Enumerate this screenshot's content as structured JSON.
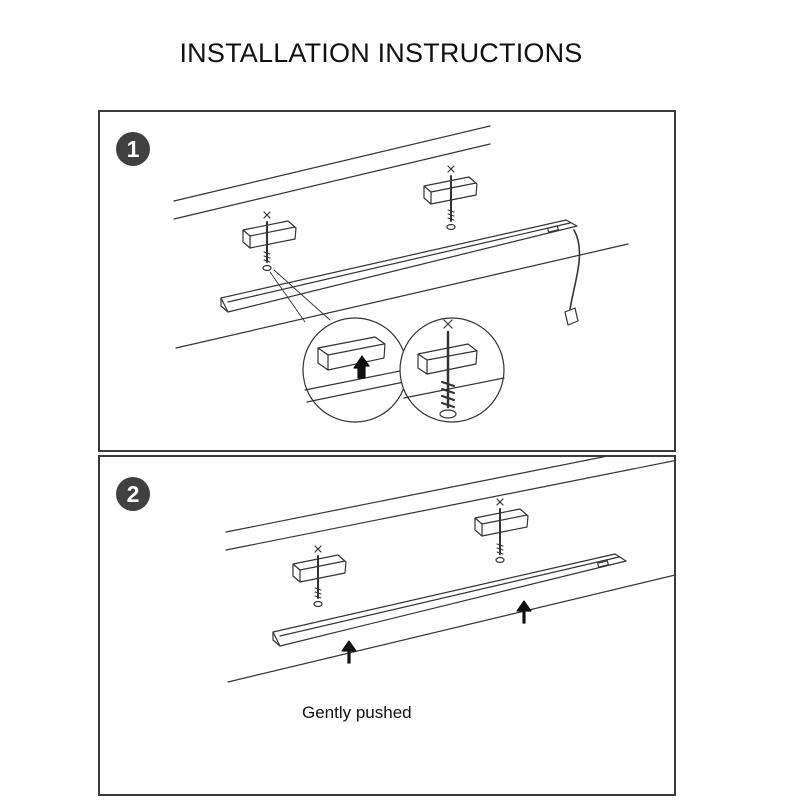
{
  "title": "INSTALLATION INSTRUCTIONS",
  "steps": [
    {
      "number": "1"
    },
    {
      "number": "2",
      "caption": "Gently pushed"
    }
  ],
  "colors": {
    "line": "#333333",
    "badge": "#404040",
    "border": "#3a3a3a"
  },
  "icons": [
    "mounting-clip-icon",
    "screw-icon",
    "arrow-up-icon",
    "led-light-bar-icon",
    "magnifier-detail-icon"
  ]
}
